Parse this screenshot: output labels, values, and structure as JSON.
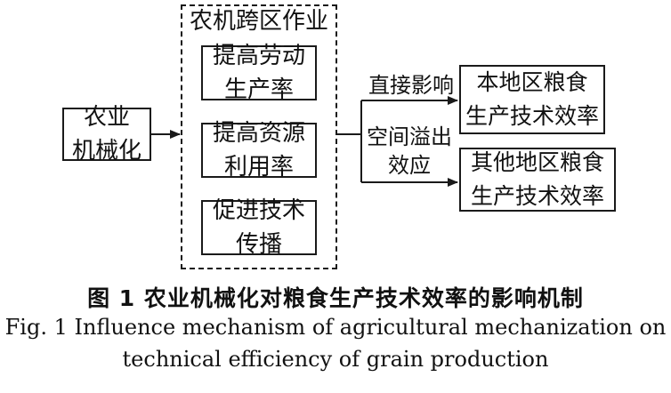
{
  "diagram": {
    "input_box": "农业\n机械化",
    "group_title": "农机跨区作业",
    "channels": [
      "提高劳动\n生产率",
      "提高资源\n利用率",
      "促进技术\n传播"
    ],
    "direct_effect_label": "直接影响",
    "spillover_label": "空间溢出\n效应",
    "output_local": "本地区粮食\n生产技术效率",
    "output_other": "其他地区粮食\n生产技术效率"
  },
  "caption": {
    "cn": "图 1   农业机械化对粮食生产技术效率的影响机制",
    "en_line1": "Fig. 1   Influence mechanism of agricultural mechanization on",
    "en_line2": "technical efficiency of grain production"
  }
}
